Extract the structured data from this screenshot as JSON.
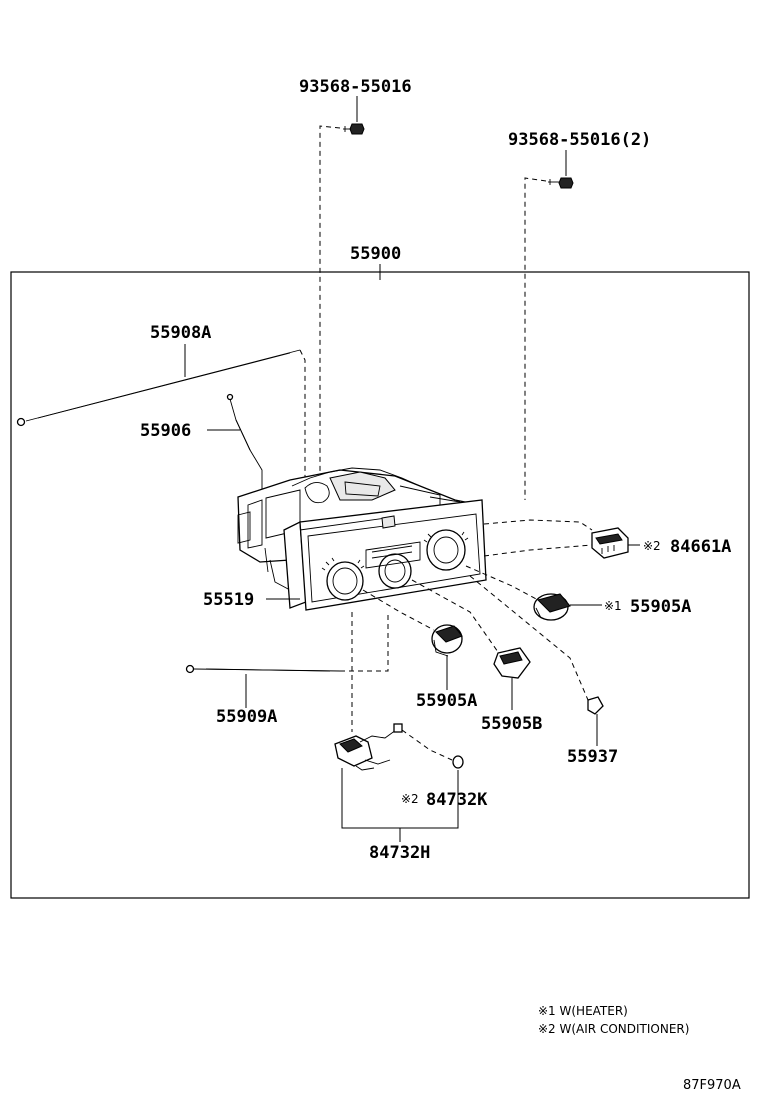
{
  "parts": {
    "bolt_a": "93568-55016",
    "bolt_b": "93568-55016(2)",
    "assembly": "55900",
    "cable_a": "55908A",
    "rod": "55906",
    "panel": "55519",
    "cable_b": "55909A",
    "socket_ac": "84661A",
    "knob_heater": "55905A",
    "knob_a": "55905A",
    "knob_b": "55905B",
    "cap": "55937",
    "wire_k": "84732K",
    "wire_h": "84732H"
  },
  "marks": {
    "m1": "※1",
    "m2": "※2"
  },
  "legend": {
    "note1": "※1 W(HEATER)",
    "note2": "※2 W(AIR CONDITIONER)"
  },
  "diagram_code": "87F970A"
}
